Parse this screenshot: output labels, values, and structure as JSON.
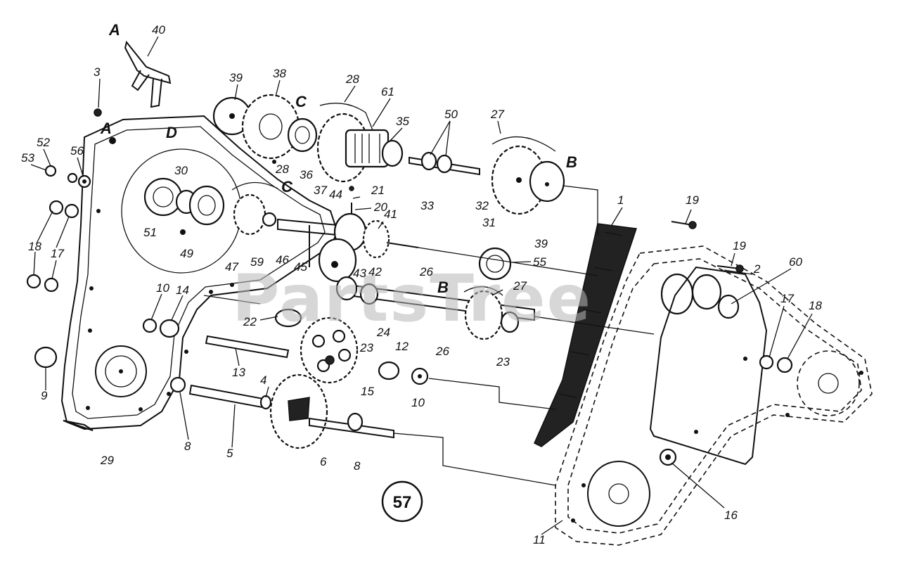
{
  "diagram": {
    "page_number": "57",
    "watermark": "PartsTree",
    "reference_letters": [
      "A",
      "A",
      "B",
      "B",
      "C",
      "C",
      "D"
    ],
    "part_numbers": [
      "1",
      "2",
      "3",
      "4",
      "5",
      "6",
      "8",
      "8",
      "9",
      "10",
      "10",
      "11",
      "12",
      "13",
      "14",
      "15",
      "16",
      "17",
      "17",
      "18",
      "18",
      "19",
      "19",
      "20",
      "21",
      "22",
      "23",
      "23",
      "24",
      "26",
      "26",
      "27",
      "27",
      "28",
      "28",
      "29",
      "30",
      "31",
      "32",
      "33",
      "35",
      "36",
      "37",
      "38",
      "39",
      "39",
      "40",
      "41",
      "42",
      "43",
      "44",
      "45",
      "46",
      "47",
      "49",
      "50",
      "51",
      "52",
      "53",
      "55",
      "56",
      "59",
      "60",
      "61"
    ]
  }
}
